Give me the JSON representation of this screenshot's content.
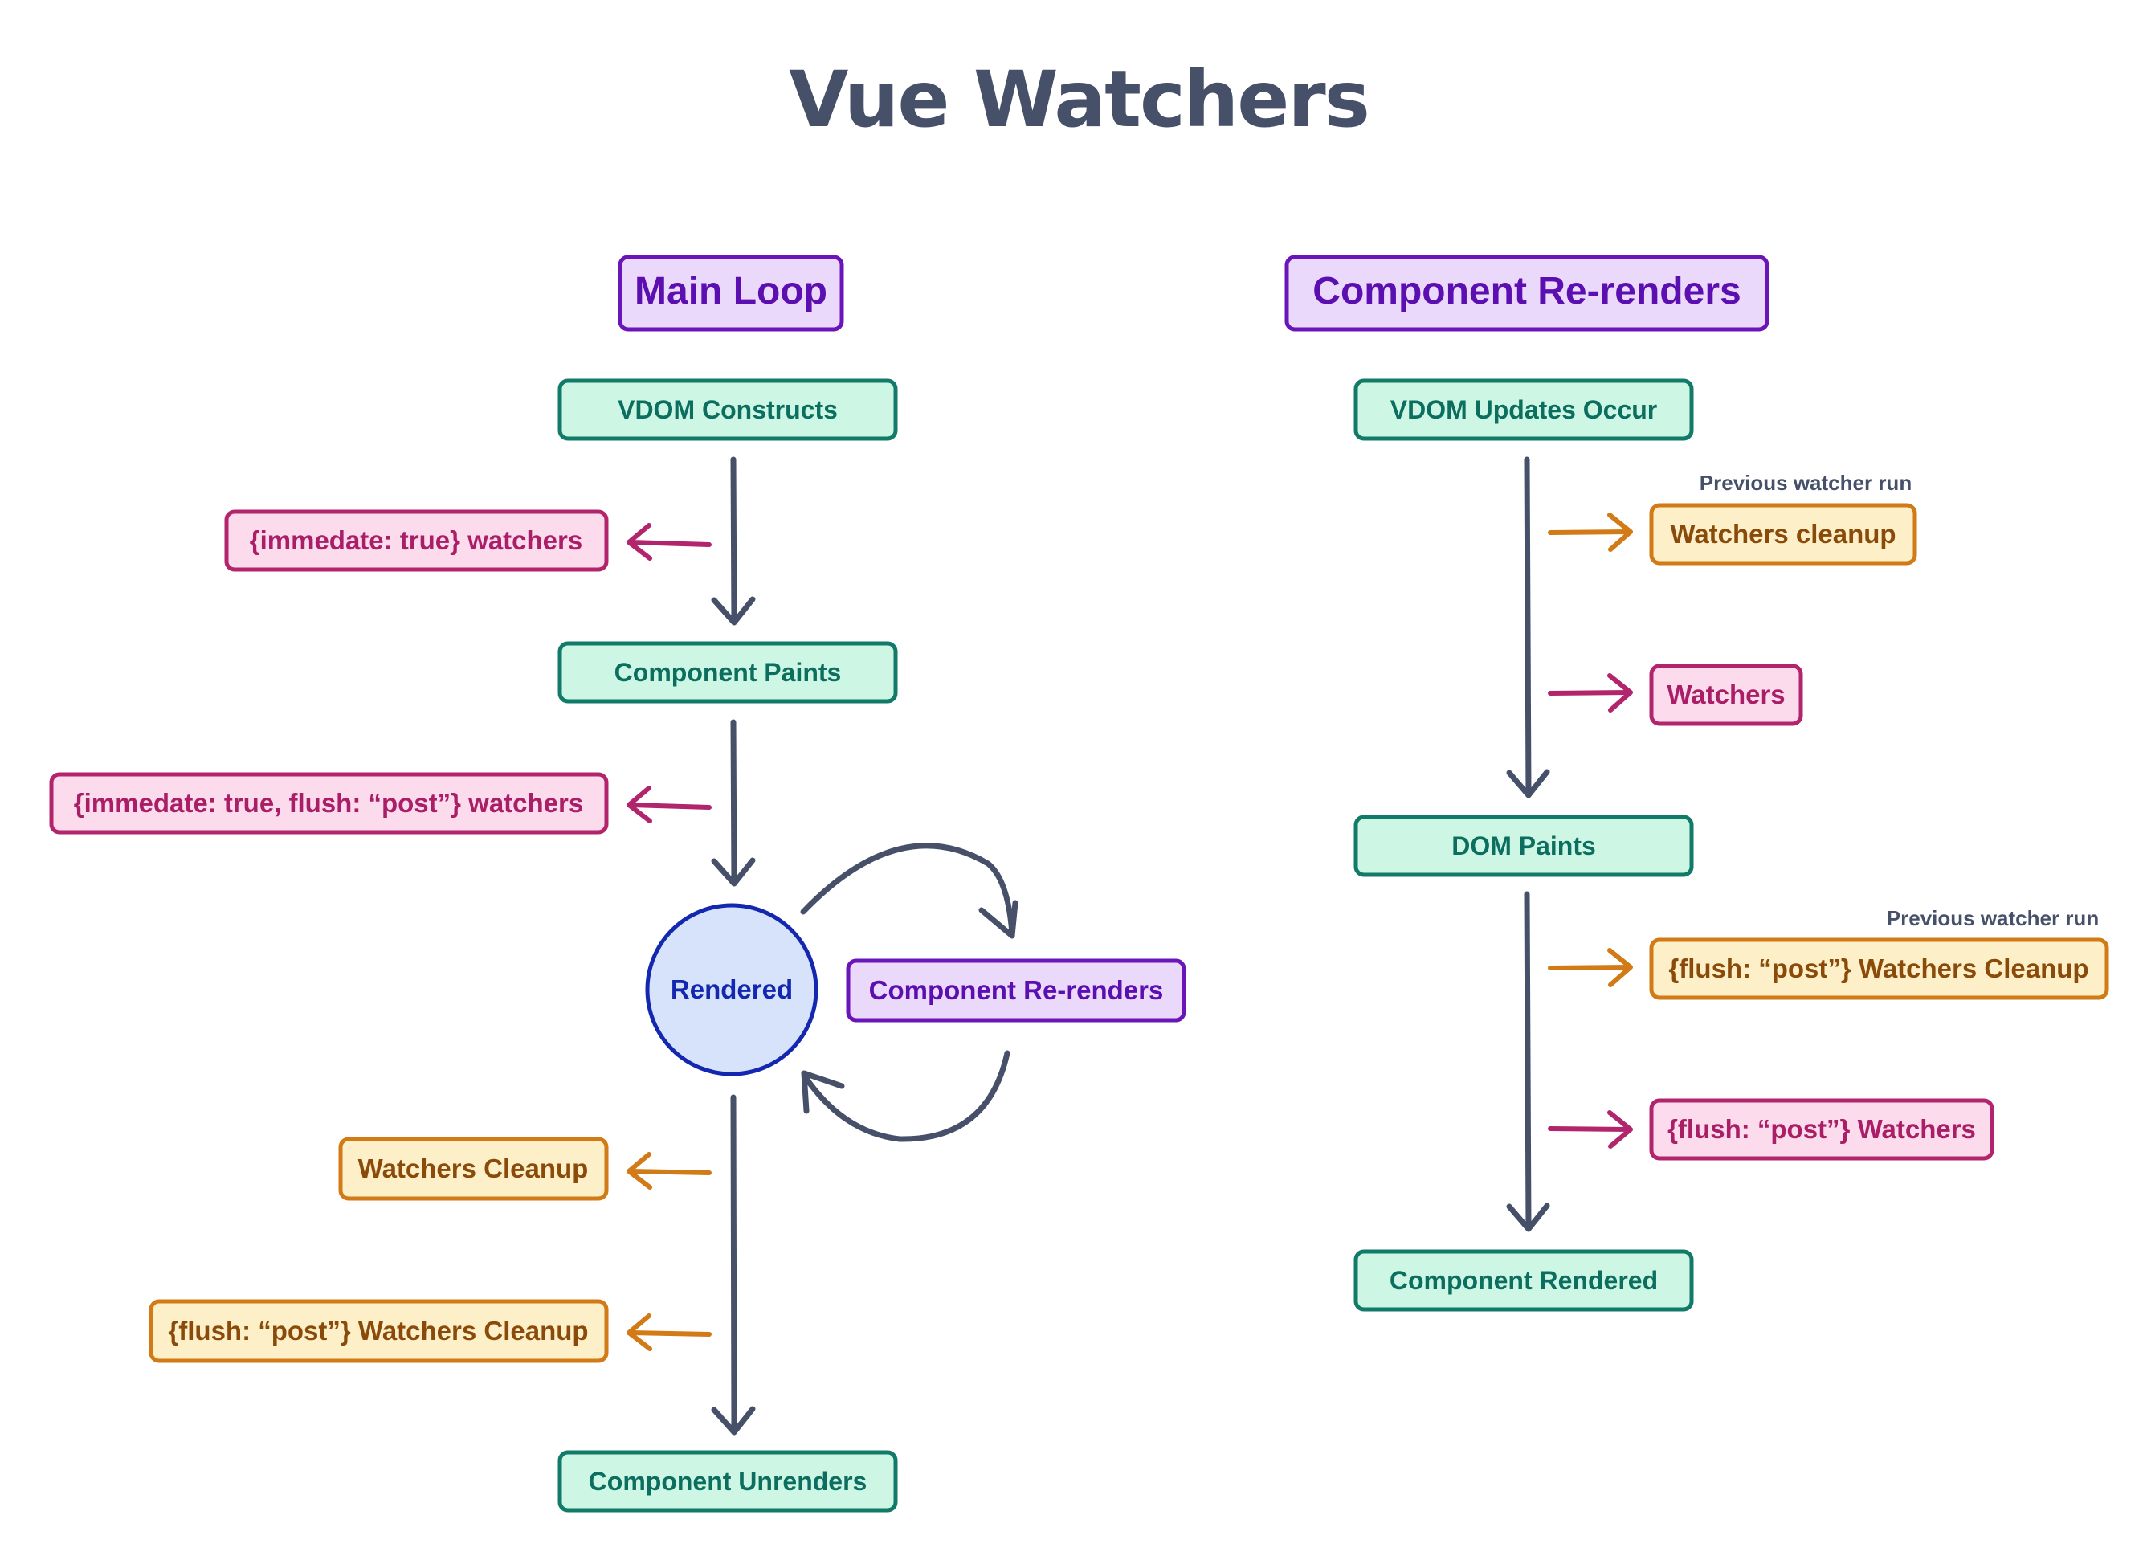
{
  "title": "Vue Watchers",
  "main_loop": {
    "header": "Main Loop",
    "vdom_constructs": "VDOM Constructs",
    "immediate_watchers": "{immedate: true} watchers",
    "component_paints": "Component Paints",
    "immediate_post_watchers": "{immedate: true, flush: “post”} watchers",
    "rendered": "Rendered",
    "component_rerenders": "Component Re-renders",
    "watchers_cleanup": "Watchers Cleanup",
    "post_watchers_cleanup": "{flush: “post”} Watchers Cleanup",
    "component_unrenders": "Component Unrenders"
  },
  "rerenders": {
    "header": "Component Re-renders",
    "vdom_updates": "VDOM Updates Occur",
    "note_1": "Previous watcher run",
    "watchers_cleanup": "Watchers cleanup",
    "watchers": "Watchers",
    "dom_paints": "DOM Paints",
    "note_2": "Previous watcher run",
    "post_watchers_cleanup": "{flush: “post”} Watchers Cleanup",
    "post_watchers": "{flush: “post”} Watchers",
    "component_rendered": "Component Rendered"
  },
  "colors": {
    "dark": "#465069",
    "green": "#117a69",
    "pink": "#b2246c",
    "orange": "#d17a16",
    "purple": "#6a15b8",
    "blue": "#1427b0"
  }
}
